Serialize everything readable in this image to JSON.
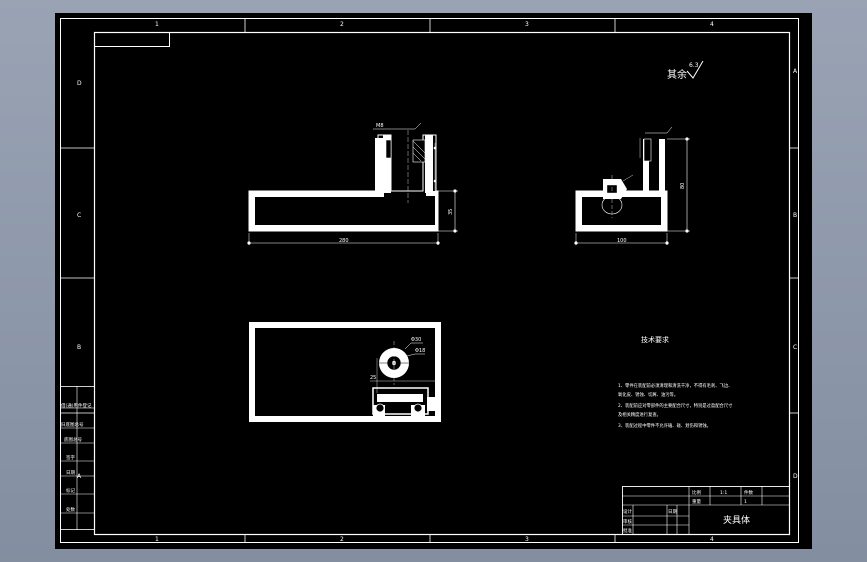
{
  "colors": {
    "background": "#8f9aac",
    "paper": "#000000",
    "ink": "#ffffff"
  },
  "frame": {
    "columns_top": [
      "1",
      "2",
      "3",
      "4"
    ],
    "columns_bottom": [
      "1",
      "2",
      "3",
      "4"
    ],
    "rows_left": [
      "D",
      "C",
      "B",
      "A"
    ],
    "rows_right": [
      "A",
      "B",
      "C",
      "D"
    ]
  },
  "roughness": {
    "label": "其余",
    "value": "6.3"
  },
  "front_view": {
    "width_dim": "280",
    "height_dim": "35",
    "callout": "M8"
  },
  "side_view": {
    "width_dim": "100",
    "height_dim": "80"
  },
  "top_view": {
    "callout_a": "Φ30",
    "callout_b": "Φ18",
    "callout_c": "25"
  },
  "tech_requirements": {
    "title": "技术要求",
    "lines": [
      "1、零件在装配前必须清理和清洗干净，不得有毛刺、飞边、",
      "氧化皮、锈蚀、切屑、油污等。",
      "2、装配前应对零部件的主要配合尺寸，特别是过盈配合尺寸",
      "及相关精度进行复查。",
      "3、装配过程中零件不允许磕、碰、划伤和锈蚀。"
    ]
  },
  "left_block": [
    "借(通)用件登记",
    "旧底图总号",
    "底图总号",
    "签字",
    "日期",
    "标记",
    "处数"
  ],
  "title_block": {
    "title": "夹具体",
    "scale_label": "比例",
    "scale": "1:1",
    "qty_label": "件数",
    "qty": "1",
    "weight_label": "重量",
    "design": "设计",
    "check": "审核",
    "approve": "批准",
    "date": "日期"
  }
}
